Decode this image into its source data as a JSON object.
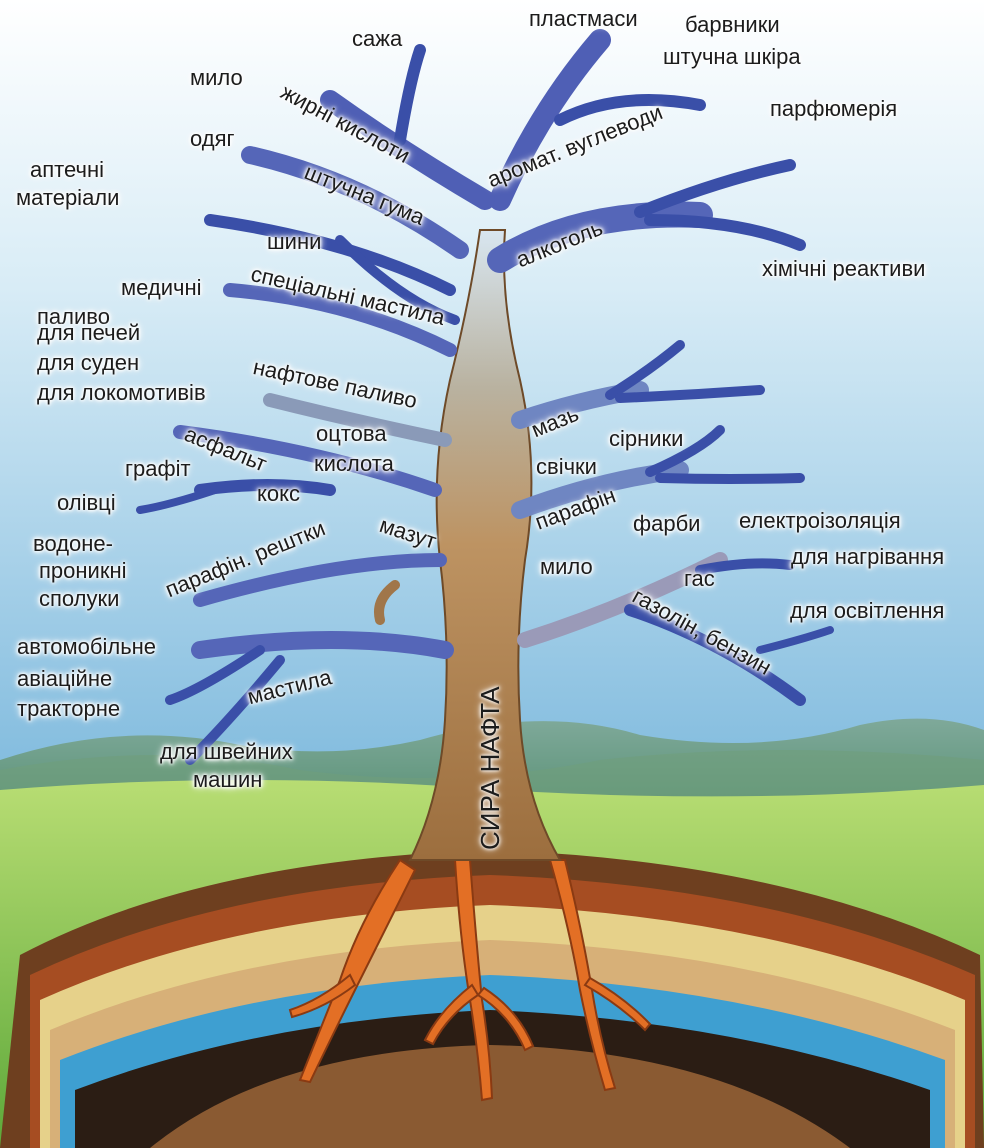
{
  "root_label": "СИРА НАФТА",
  "labels": {
    "sazha": "сажа",
    "plastmasy": "пластмаси",
    "barvnyky": "барвники",
    "shtuchna_shkira": "штучна шкіра",
    "parfumeriia": "парфюмерія",
    "mylo_top": "мило",
    "zhyrni_kysloty": "жирні кислоти",
    "aromat": "аромат. вуглеводи",
    "odiah": "одяг",
    "aptechni_1": "аптечні",
    "aptechni_2": "матеріали",
    "shtuchna_guma": "штучна гума",
    "alkohol": "алкоголь",
    "khimichni_reaktyvy": "хімічні реактиви",
    "shyny": "шини",
    "medychni": "медичні",
    "spetsialni_mastyla": "спеціальні мастила",
    "palyvo": "паливо",
    "dlia_pechei": "для печей",
    "dlia_suden": "для суден",
    "dlia_lokomotyviv": "для локомотивів",
    "naftove_palyvo": "нафтове паливо",
    "maz": "мазь",
    "asfalt": "асфальт",
    "otstova": "оцтова",
    "kyslota": "кислота",
    "sirnyky": "сірники",
    "svichky": "свічки",
    "hrafit": "графіт",
    "koks": "кокс",
    "olivtsi": "олівці",
    "parafin": "парафін",
    "farby": "фарби",
    "elektroizoliatsiia": "електроізоляція",
    "vodone": "водоне-",
    "pronykni": "проникні",
    "spoluky": "сполуки",
    "parafin_reshtky": "парафін. рештки",
    "mazut": "мазут",
    "mylo_right": "мило",
    "dlia_nahrivannia": "для нагрівання",
    "has": "гас",
    "dlia_osvitlennia": "для освітлення",
    "hazolin": "газолін, бензин",
    "avtomobilne": "автомобільне",
    "aviatsiine": "авіаційне",
    "traktorne": "тракторне",
    "mastyla": "мастила",
    "dlia_shveinykh": "для швейних",
    "mashyn": "машин"
  },
  "colors": {
    "sky": "#6fb3d9",
    "trunk": "#b98d5c",
    "branch_tip": "#3a4fa8",
    "root": "#e36f25",
    "grass": "#7fc04a",
    "hills": "#6a9a8a",
    "soil": "#7a4a2a"
  }
}
